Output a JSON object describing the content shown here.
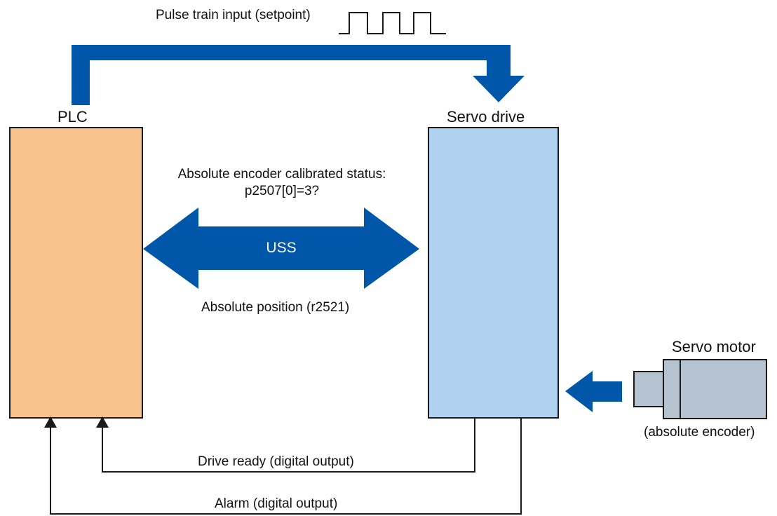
{
  "labels": {
    "pulse_train": "Pulse train input (setpoint)",
    "plc": "PLC",
    "servo_drive": "Servo drive",
    "encoder_status_line1": "Absolute encoder calibrated status:",
    "encoder_status_line2": "p2507[0]=3?",
    "uss": "USS",
    "absolute_position": "Absolute position (r2521)",
    "servo_motor": "Servo motor",
    "absolute_encoder": "(absolute encoder)",
    "drive_ready": "Drive ready (digital output)",
    "alarm": "Alarm (digital output)"
  },
  "colors": {
    "plc_fill": "#f8c38c",
    "drive_fill": "#b0d1ef",
    "arrow_blue": "#0056a8",
    "motor_fill": "#b4c3cf",
    "line": "#1a1a1a"
  }
}
